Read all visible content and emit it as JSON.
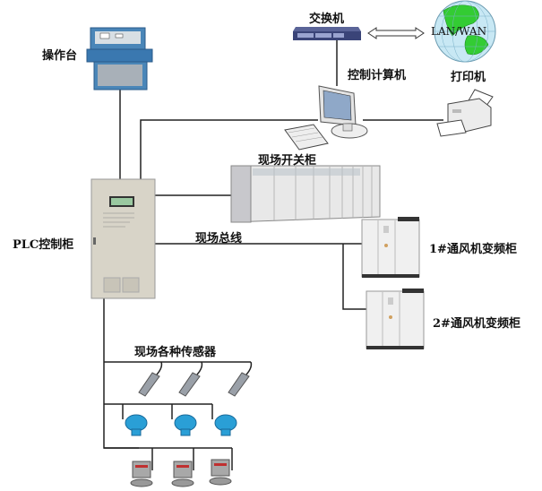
{
  "diagram": {
    "labels": {
      "console": "操作台",
      "switch": "交换机",
      "network": "LAN/WAN",
      "control_pc": "控制计算机",
      "printer": "打印机",
      "switchgear": "现场开关柜",
      "fieldbus": "现场总线",
      "plc": "PLC控制柜",
      "vfd1": "1#通风机变频柜",
      "vfd2": "2#通风机变频柜",
      "sensors": "现场各种传感器"
    },
    "colors": {
      "line": "#222222",
      "console_blue": "#3a78b0",
      "switch_navy": "#3a4478",
      "globe_green": "#33cc33",
      "globe_blue": "#b8dff0",
      "cabinet_gray": "#d8d4c8",
      "sensor_blue": "#2a9fd6"
    }
  }
}
